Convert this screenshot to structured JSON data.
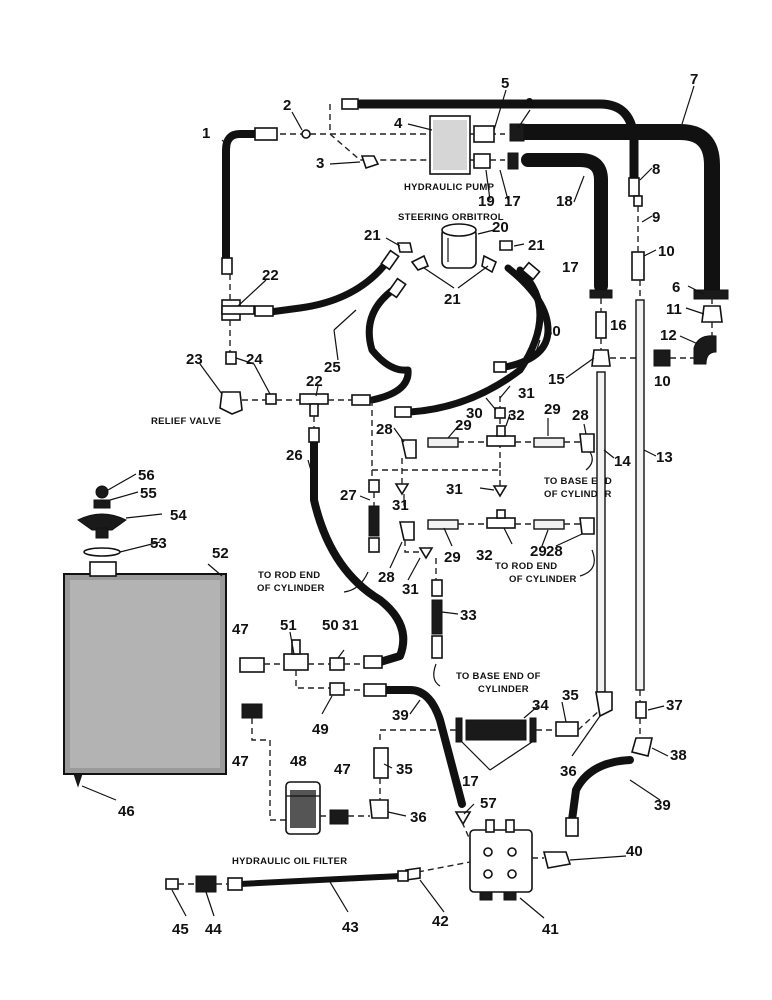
{
  "captions": {
    "hydraulic_pump": "HYDRAULIC PUMP",
    "steering_orbitrol": "STEERING ORBITROL",
    "relief_valve": "RELIEF VALVE",
    "to_base_end_1_a": "TO BASE END",
    "to_base_end_1_b": "OF CYLINDER",
    "to_rod_end_1_a": "TO ROD END",
    "to_rod_end_1_b": "OF CYLINDER",
    "to_rod_end_2_a": "TO ROD END",
    "to_rod_end_2_b": "OF CYLINDER",
    "to_base_end_2_a": "TO BASE END OF",
    "to_base_end_2_b": "CYLINDER",
    "hydraulic_oil_filter": "HYDRAULIC OIL FILTER"
  },
  "callouts": {
    "n1": "1",
    "n2": "2",
    "n3": "3",
    "n4": "4",
    "n5": "5",
    "n6": "6",
    "n6b": "6",
    "n7": "7",
    "n8": "8",
    "n9": "9",
    "n10": "10",
    "n10b": "10",
    "n11": "11",
    "n12": "12",
    "n13": "13",
    "n14": "14",
    "n15": "15",
    "n16": "16",
    "n17": "17",
    "n17b": "17",
    "n17c": "17",
    "n18": "18",
    "n19": "19",
    "n20": "20",
    "n21a": "21",
    "n21b": "21",
    "n21c": "21",
    "n22": "22",
    "n22b": "22",
    "n23": "23",
    "n24": "24",
    "n25": "25",
    "n26": "26",
    "n27": "27",
    "n28a": "28",
    "n28b": "28",
    "n28c": "28",
    "n28d": "28",
    "n29a": "29",
    "n29b": "29",
    "n29c": "29",
    "n29d": "29",
    "n30a": "30",
    "n30b": "30",
    "n31a": "31",
    "n31b": "31",
    "n31c": "31",
    "n31d": "31",
    "n31e": "31",
    "n32a": "32",
    "n32b": "32",
    "n33": "33",
    "n34": "34",
    "n35a": "35",
    "n35b": "35",
    "n36a": "36",
    "n36b": "36",
    "n37": "37",
    "n38": "38",
    "n39a": "39",
    "n39b": "39",
    "n40": "40",
    "n41": "41",
    "n42": "42",
    "n43": "43",
    "n44": "44",
    "n45": "45",
    "n46": "46",
    "n47a": "47",
    "n47b": "47",
    "n47c": "47",
    "n48": "48",
    "n49": "49",
    "n50": "50",
    "n51": "51",
    "n52": "52",
    "n53": "53",
    "n54": "54",
    "n55": "55",
    "n56": "56",
    "n57": "57"
  }
}
